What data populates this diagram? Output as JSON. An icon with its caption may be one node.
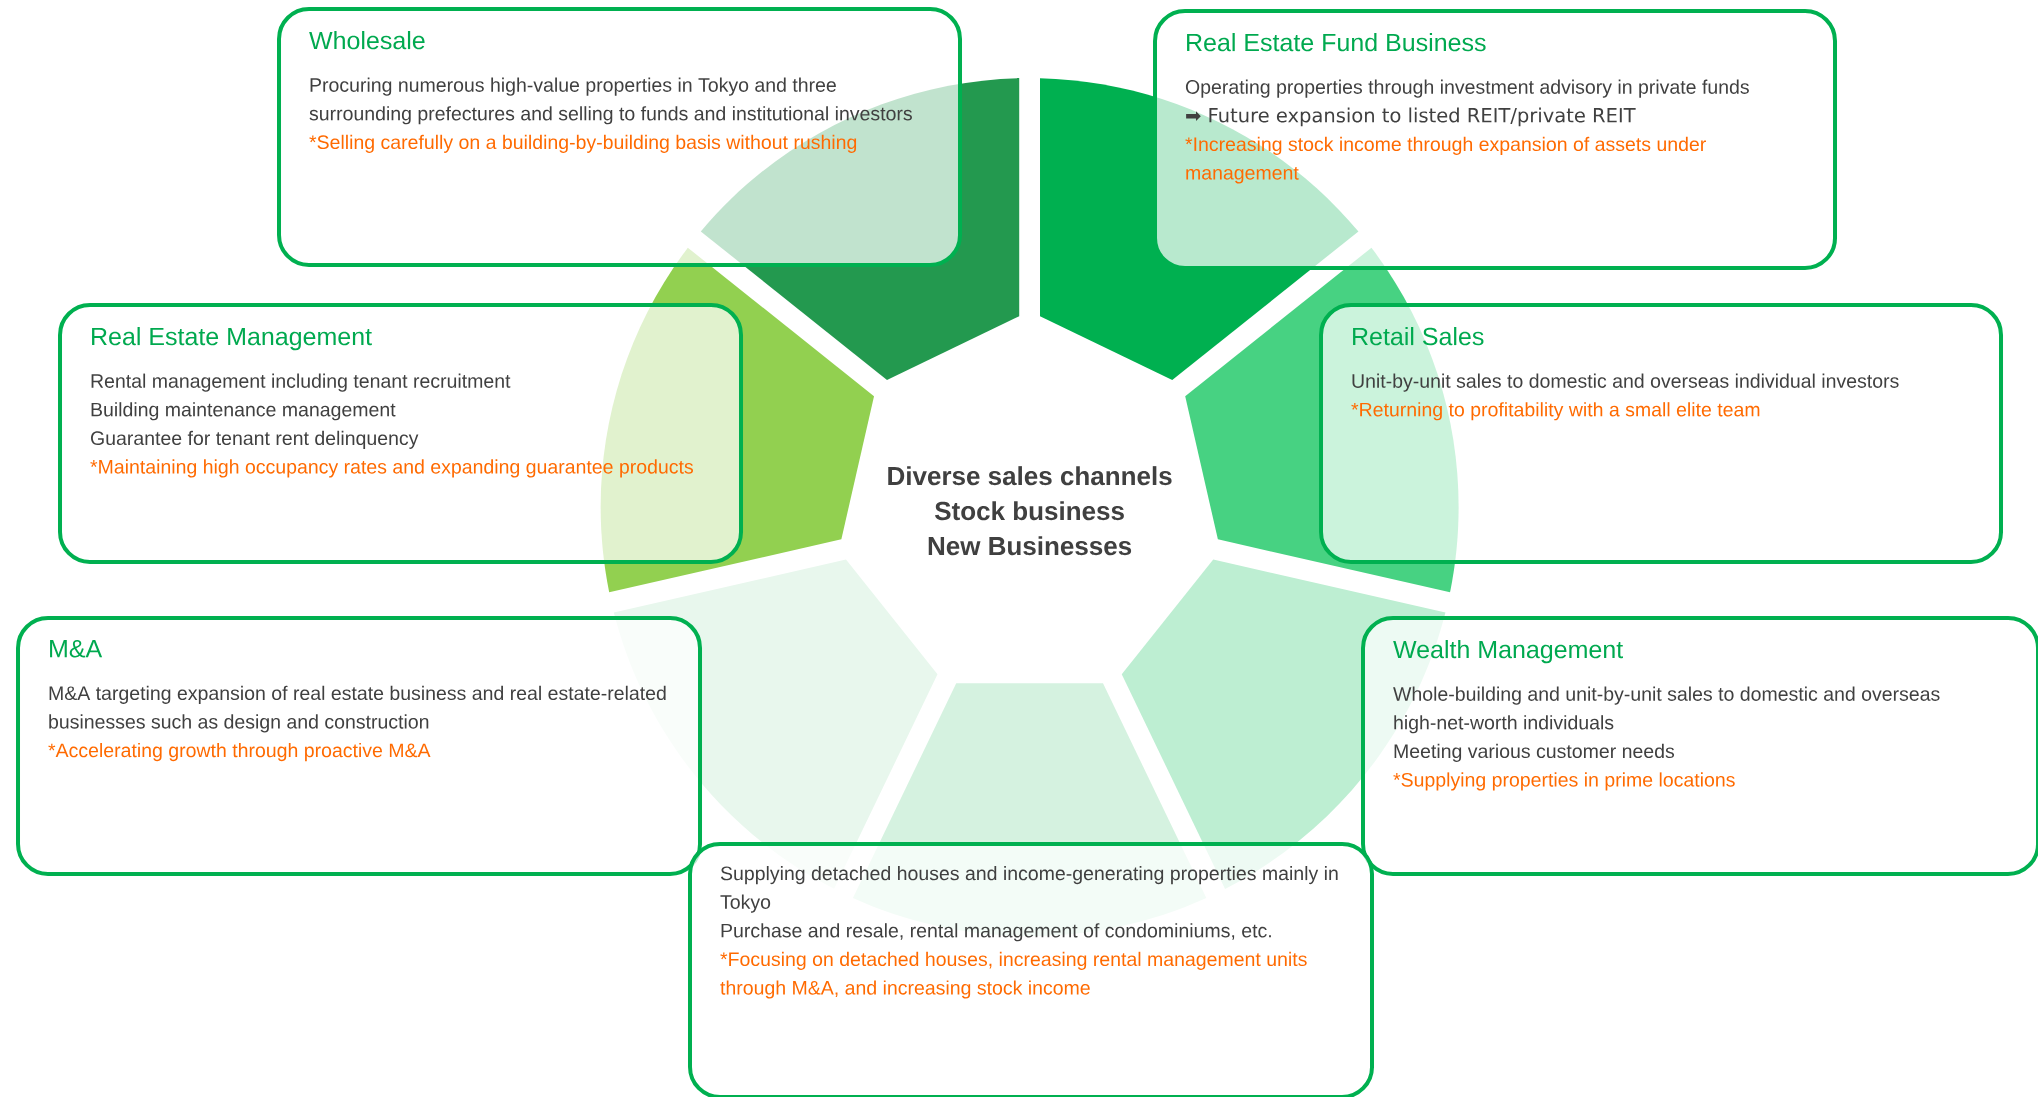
{
  "diagram": {
    "nodes": [
      {
        "text": [
          "Wholesale",
          "Procuring numerous high-value properties in Tokyo and three surrounding prefectures and selling to funds and institutional investors",
          "*Selling carefully on a building-by-building basis without rushing"
        ]
      },
      {
        "text": [
          "Real Estate Fund Business",
          "Operating properties through investment advisory in private funds",
          "➡ Future expansion to listed REIT/private REIT",
          "*Increasing stock income through expansion of assets under management"
        ]
      },
      {
        "text": [
          "Real Estate Management",
          "Rental management including tenant recruitment",
          "Building maintenance management",
          "Guarantee for tenant rent delinquency",
          "*Maintaining high occupancy rates and expanding guarantee products"
        ]
      },
      {
        "text": [
          "Retail Sales",
          "Unit-by-unit sales to domestic and overseas individual investors",
          "*Returning to profitability with a small elite team"
        ]
      },
      {
        "text": [
          "M&A",
          "M&A targeting expansion of real estate business and real estate-related businesses such as design and construction",
          "*Accelerating growth through proactive M&A"
        ]
      },
      {
        "text": [
          "Wealth Management",
          "Whole-building and unit-by-unit sales to domestic and overseas high-net-worth individuals",
          "Meeting various customer needs",
          "*Supplying properties in prime locations"
        ]
      },
      {
        "text": [
          "Supplying detached houses and income-generating properties mainly in Tokyo",
          "Purchase and resale, rental management of condominiums, etc.",
          "*Focusing on detached houses, increasing rental management units through M&A, and increasing stock income"
        ]
      }
    ],
    "labels": [
      "Diverse sales channels",
      "Stock business",
      "New Businesses"
    ]
  }
}
